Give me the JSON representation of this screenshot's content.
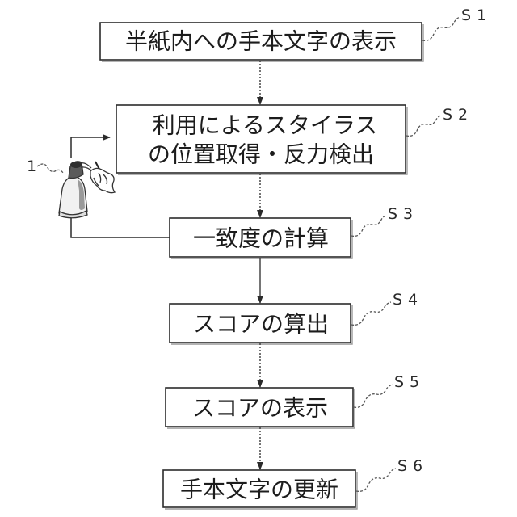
{
  "steps": [
    {
      "id": "S1",
      "lines": [
        "半紙内への手本文字の表示"
      ]
    },
    {
      "id": "S2",
      "lines": [
        "利用によるスタイラス",
        "の位置取得・反力検出"
      ]
    },
    {
      "id": "S3",
      "lines": [
        "一致度の計算"
      ]
    },
    {
      "id": "S4",
      "lines": [
        "スコアの算出"
      ]
    },
    {
      "id": "S5",
      "lines": [
        "スコアの表示"
      ]
    },
    {
      "id": "S6",
      "lines": [
        "手本文字の更新"
      ]
    }
  ],
  "device": {
    "label": "1",
    "icon": "haptic-stylus-device-icon"
  },
  "colors": {
    "line": "#2b2b2b",
    "background": "#ffffff"
  }
}
